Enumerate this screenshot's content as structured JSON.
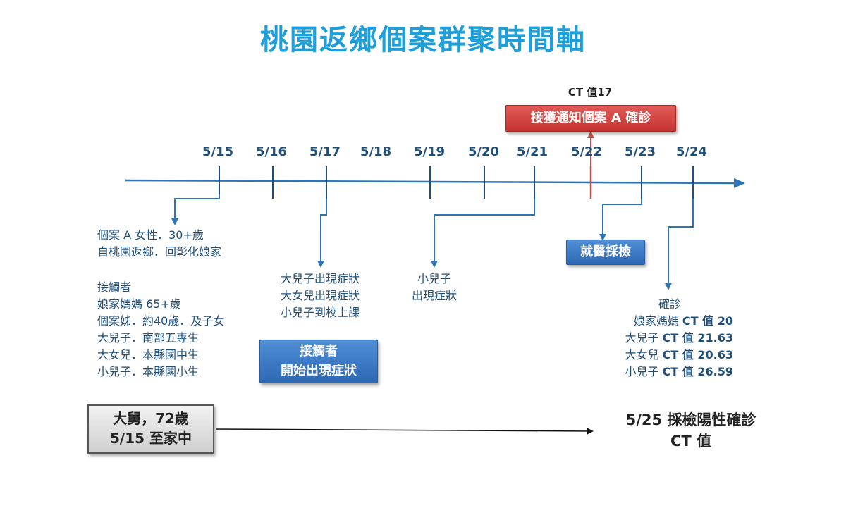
{
  "title": "桃園返鄉個案群聚時間軸",
  "dates": [
    "5/15",
    "5/16",
    "5/17",
    "5/18",
    "5/19",
    "5/20",
    "5/21",
    "5/22",
    "5/23",
    "5/24"
  ],
  "ct17": "CT 值17",
  "notify_box": "接獲通知個案 A 確診",
  "case_a": [
    "個案 A 女性．30+歲",
    "自桃園返鄉．回彰化娘家"
  ],
  "contacts": {
    "heading": "接觸者",
    "items": [
      "娘家媽媽 65+歲",
      "個案姊．約40歲．及子女",
      "大兒子．南部五專生",
      "大女兒．本縣國中生",
      "小兒子．本縣國小生"
    ]
  },
  "symptoms_517": [
    "大兒子出現症狀",
    "大女兒出現症狀",
    "小兒子到校上課"
  ],
  "contact_box": [
    "接觸者",
    "開始出現症狀"
  ],
  "symptom_521": [
    "小兒子",
    "出現症狀"
  ],
  "hospital_box": "就醫採檢",
  "confirm": {
    "heading": "確診",
    "rows": [
      {
        "name": "娘家媽媽",
        "ct": "CT 值 20"
      },
      {
        "name": "大兒子",
        "ct": "CT 值 21.63"
      },
      {
        "name": "大女兒",
        "ct": "CT 值 20.63"
      },
      {
        "name": "小兒子",
        "ct": "CT 值 26.59"
      }
    ]
  },
  "uncle_box": [
    "大舅，72歲",
    "5/15 至家中"
  ],
  "result": [
    "5/25 採檢陽性確診",
    "CT 值"
  ],
  "colors": {
    "title": "#1e9fd9",
    "axis": "#2e75b6",
    "text": "#1f4e79",
    "red": "#c0504d",
    "blue_box": "#3a78c3"
  }
}
